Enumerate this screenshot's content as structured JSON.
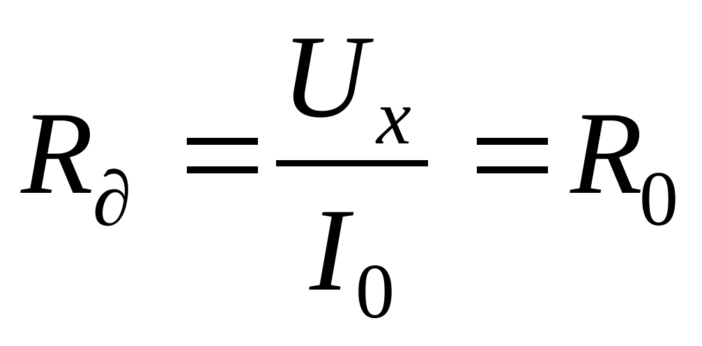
{
  "formula": {
    "lhs": {
      "symbol": "R",
      "subscript": "∂"
    },
    "fraction": {
      "numerator": {
        "symbol": "U",
        "subscript": "x"
      },
      "denominator": {
        "symbol": "I",
        "subscript": "0"
      }
    },
    "rhs": {
      "symbol": "R",
      "subscript": "0"
    },
    "color": "#000000"
  }
}
